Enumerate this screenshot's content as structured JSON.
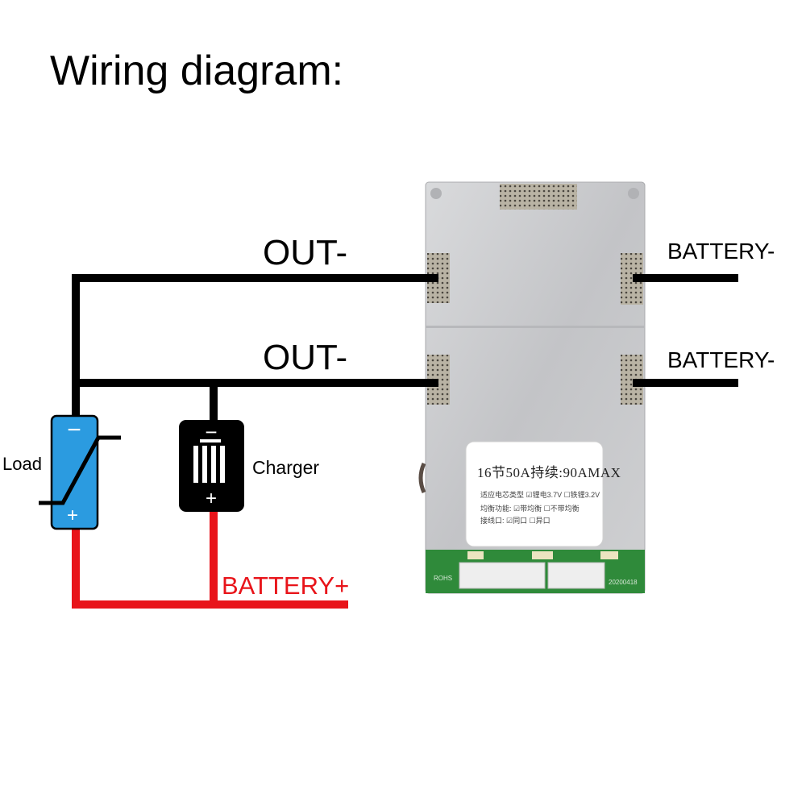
{
  "title": "Wiring diagram:",
  "labels": {
    "out_top": "OUT-",
    "out_bottom": "OUT-",
    "battery_neg_top": "BATTERY-",
    "battery_neg_bottom": "BATTERY-",
    "load": "Load",
    "charger": "Charger",
    "battery_pos": "BATTERY+"
  },
  "load_symbol": {
    "minus": "−",
    "plus": "+"
  },
  "charger_symbol": {
    "minus": "−",
    "plus": "+"
  },
  "board_sticker": {
    "main": "16节50A持续:90AMAX",
    "row1": "适应电芯类型 ☑锂电3.7V  ☐铁锂3.2V",
    "row2": "均衡功能: ☑带均衡  ☐不带均衡",
    "row3": "接线口: ☑同口  ☐异口"
  },
  "pcb": {
    "rohs": "ROHS",
    "date_code": "20200418"
  },
  "colors": {
    "negative_wire": "#000000",
    "positive_wire": "#e8141a",
    "load_body": "#2b9be0",
    "charger_body": "#000000",
    "board_metal": "#c9cacc",
    "pcb_green": "#2f8a3a"
  },
  "icons": [
    "load-switch-icon",
    "charger-icon",
    "bms-board-icon"
  ]
}
